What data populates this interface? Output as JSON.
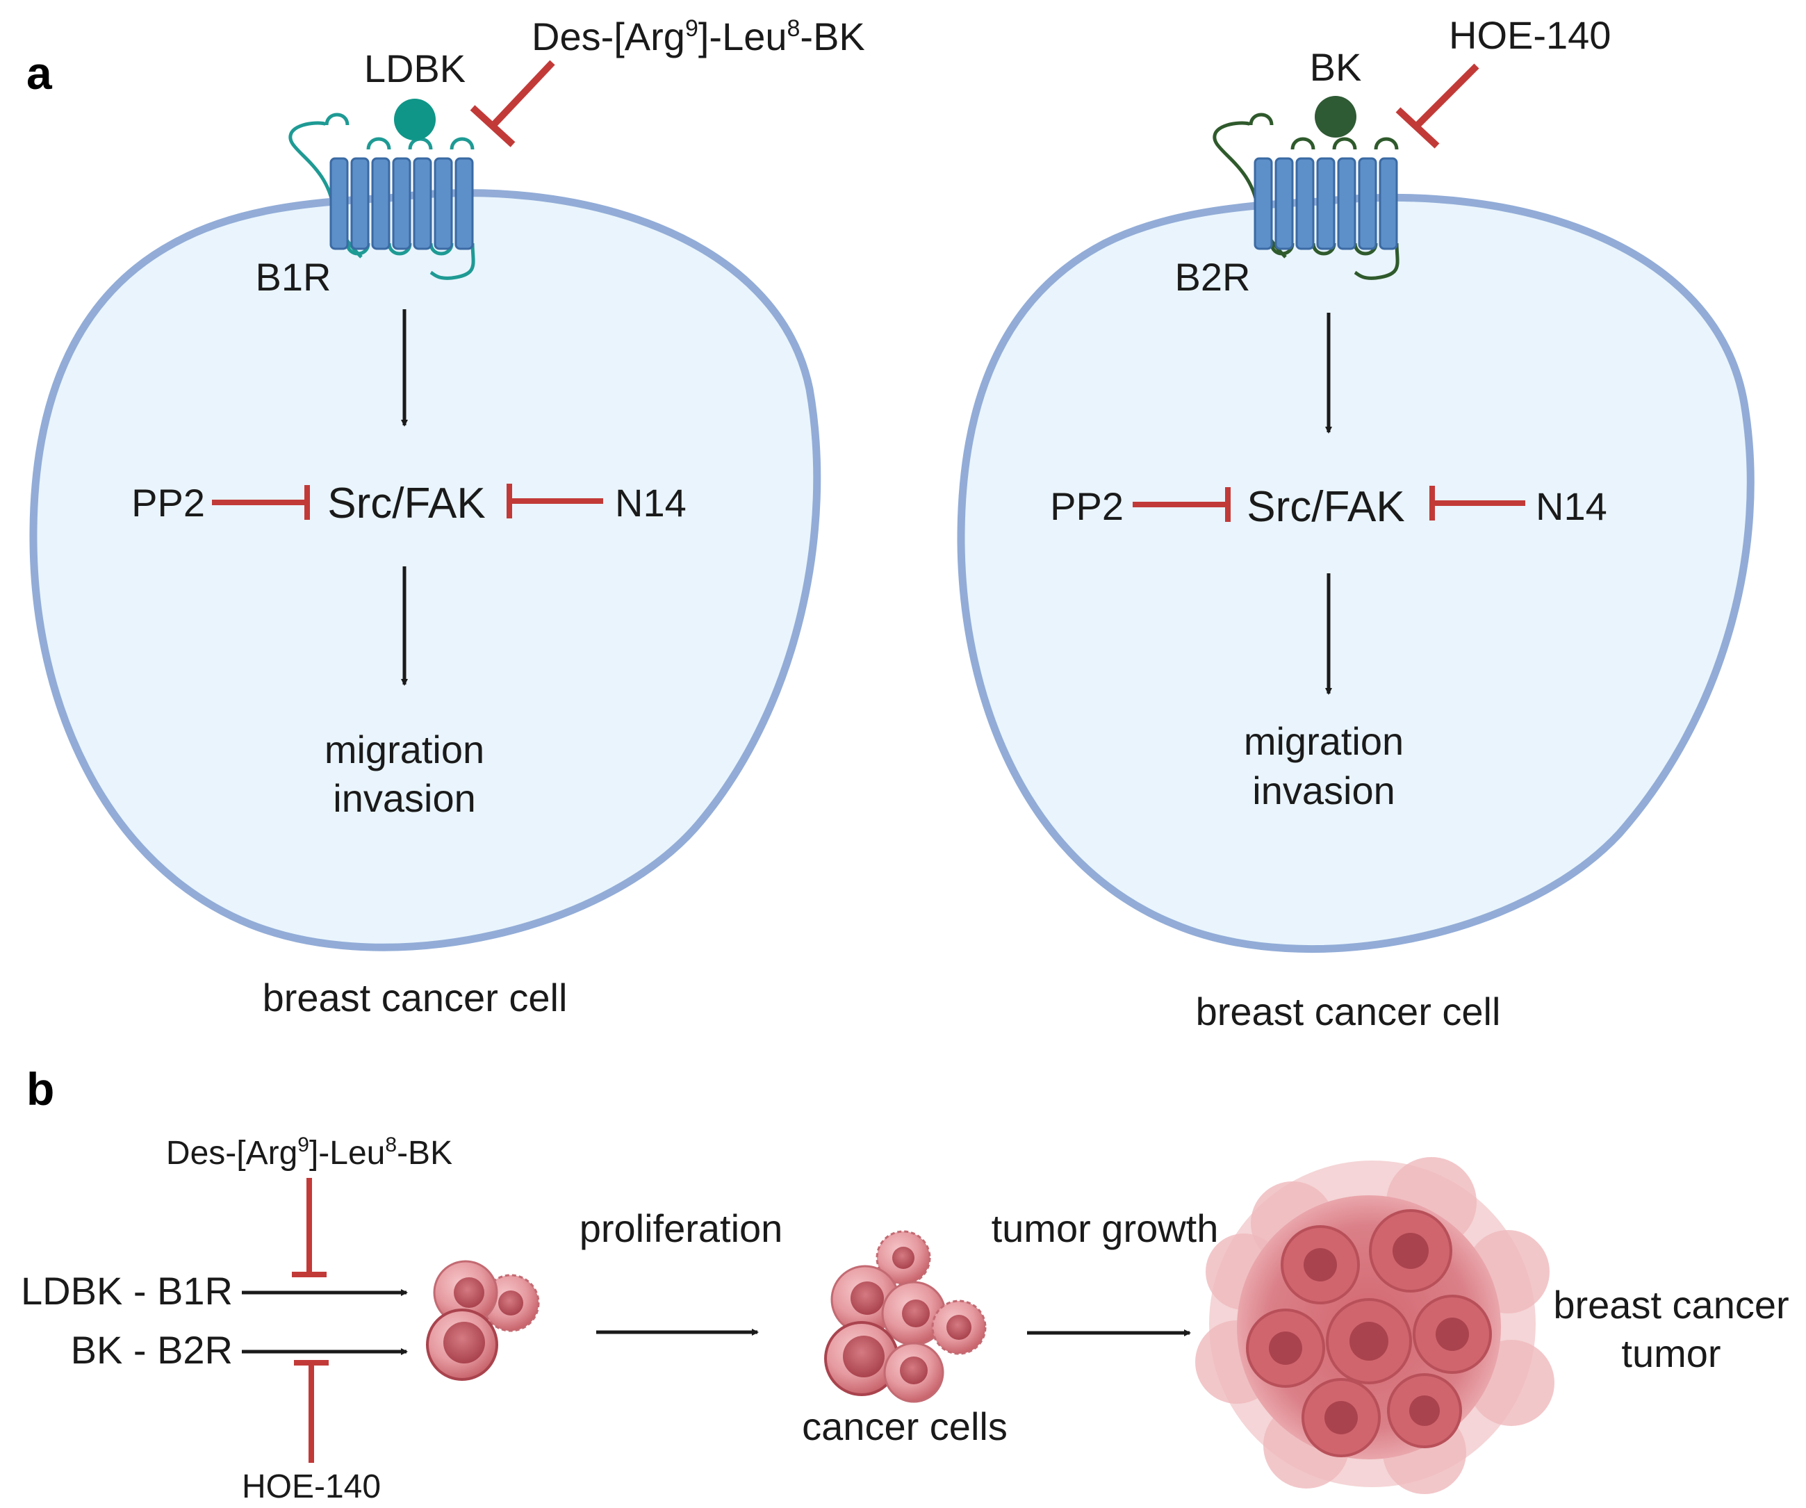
{
  "panel_a": {
    "letter": "a",
    "left_cell": {
      "ligand": "LDBK",
      "antagonist": {
        "name": "Des-[Arg",
        "sup1": "9",
        "mid": "]-Leu",
        "sup2": "8",
        "end": "-BK"
      },
      "receptor": "B1R",
      "inhibitor_left": "PP2",
      "target": "Src/FAK",
      "inhibitor_right": "N14",
      "outcome_line1": "migration",
      "outcome_line2": "invasion",
      "caption": "breast cancer cell",
      "ligand_color": "#0f9688",
      "receptor_loop_color": "#1e9a94"
    },
    "right_cell": {
      "ligand": "BK",
      "antagonist": "HOE-140",
      "receptor": "B2R",
      "inhibitor_left": "PP2",
      "target": "Src/FAK",
      "inhibitor_right": "N14",
      "outcome_line1": "migration",
      "outcome_line2": "invasion",
      "caption": "breast cancer cell",
      "ligand_color": "#2e5a34",
      "receptor_loop_color": "#2f5a2c"
    }
  },
  "panel_b": {
    "letter": "b",
    "antagonist_top": {
      "name": "Des-[Arg",
      "sup1": "9",
      "mid": "]-Leu",
      "sup2": "8",
      "end": "-BK"
    },
    "pair1": "LDBK - B1R",
    "pair2": "BK - B2R",
    "antagonist_bottom": "HOE-140",
    "step1": "proliferation",
    "cells_label": "cancer cells",
    "step2": "tumor growth",
    "tumor_line1": "breast cancer",
    "tumor_line2": "tumor"
  },
  "colors": {
    "cell_fill": "#e9f4fc",
    "cell_border": "#92acd7",
    "receptor": "#5d8fc8",
    "inhibit": "#c23a38",
    "arrow": "#1a1a1a",
    "cancer_cell": "#d97f86"
  }
}
